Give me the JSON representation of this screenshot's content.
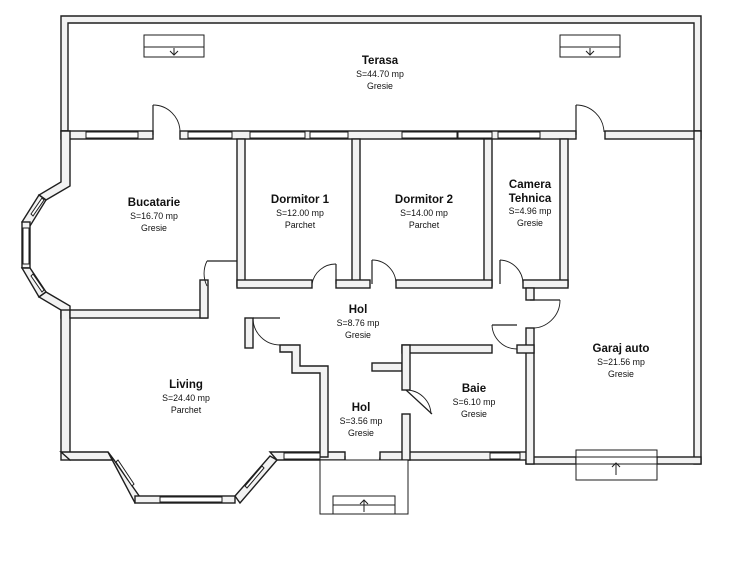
{
  "rooms": {
    "terasa": {
      "name": "Terasa",
      "area": "S=44.70 mp",
      "finish": "Gresie"
    },
    "bucatarie": {
      "name": "Bucatarie",
      "area": "S=16.70 mp",
      "finish": "Gresie"
    },
    "dormitor1": {
      "name": "Dormitor 1",
      "area": "S=12.00 mp",
      "finish": "Parchet"
    },
    "dormitor2": {
      "name": "Dormitor 2",
      "area": "S=14.00 mp",
      "finish": "Parchet"
    },
    "camera": {
      "name_line1": "Camera",
      "name_line2": "Tehnica",
      "area": "S=4.96 mp",
      "finish": "Gresie"
    },
    "hol_mare": {
      "name": "Hol",
      "area": "S=8.76 mp",
      "finish": "Gresie"
    },
    "garaj": {
      "name": "Garaj auto",
      "area": "S=21.56 mp",
      "finish": "Gresie"
    },
    "living": {
      "name": "Living",
      "area": "S=24.40 mp",
      "finish": "Parchet"
    },
    "hol_mic": {
      "name": "Hol",
      "area": "S=3.56 mp",
      "finish": "Gresie"
    },
    "baie": {
      "name": "Baie",
      "area": "S=6.10 mp",
      "finish": "Gresie"
    }
  },
  "icons": [
    "stair-down-arrow-icon",
    "stair-up-arrow-icon",
    "door-swing-icon",
    "window-icon"
  ]
}
